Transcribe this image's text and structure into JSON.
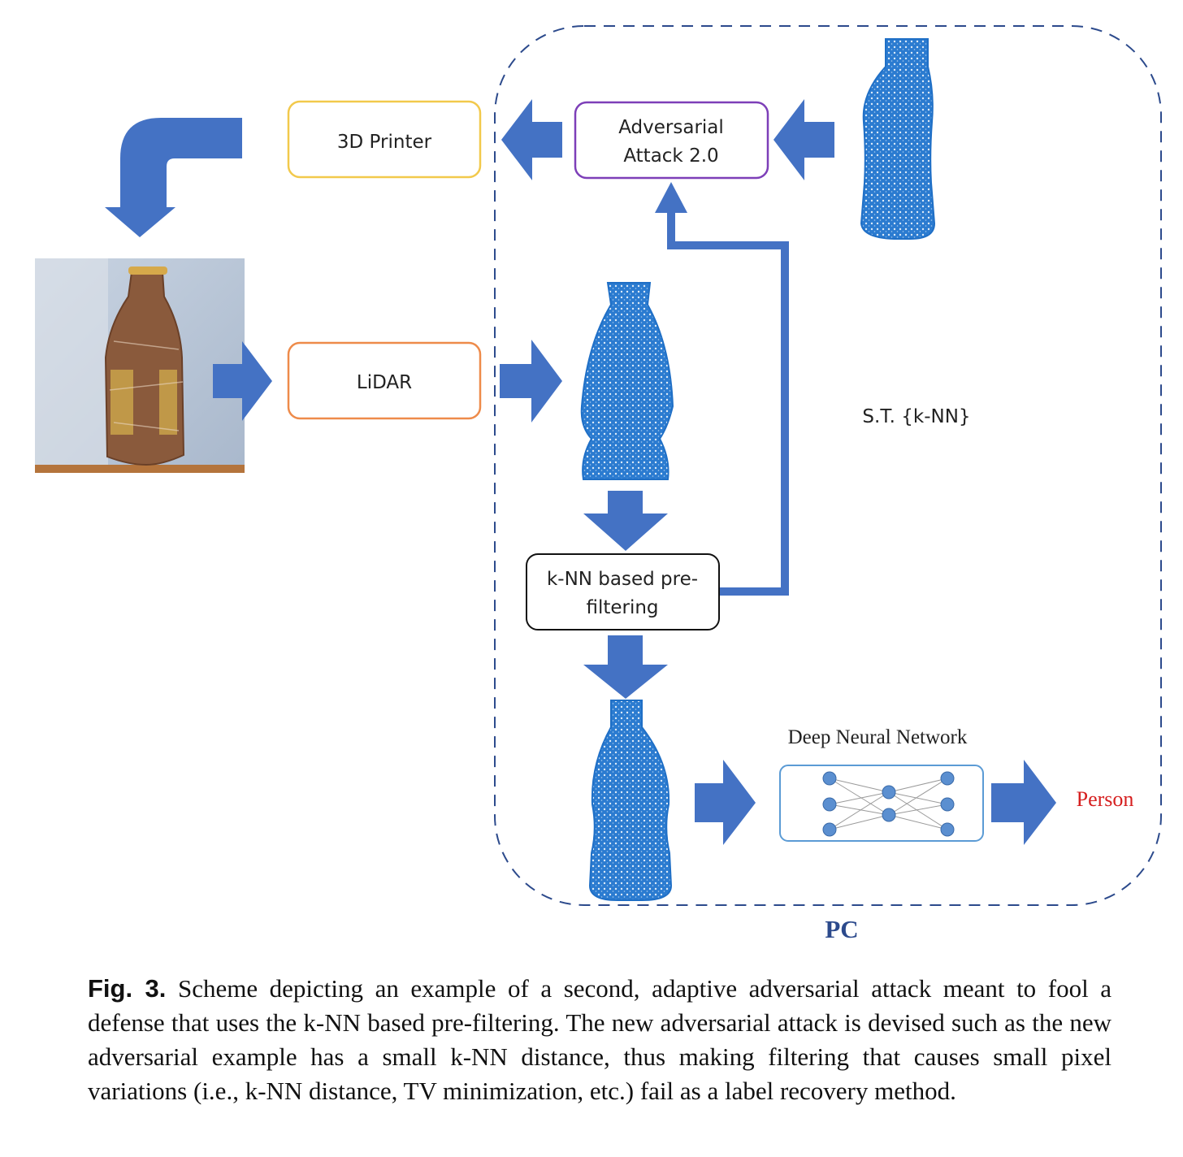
{
  "diagram": {
    "printer_label": "3D Printer",
    "attack_label_line1": "Adversarial",
    "attack_label_line2": "Attack 2.0",
    "lidar_label": "LiDAR",
    "knn_label_line1": "k-NN based pre-",
    "knn_label_line2": "filtering",
    "st_label": "S.T. {k-NN}",
    "dnn_label": "Deep Neural Network",
    "output_label": "Person",
    "pc_label": "PC"
  },
  "caption": {
    "fig_label": "Fig. 3.",
    "text": "Scheme depicting an example of a second, adaptive adversarial attack meant to fool a defense that uses the k-NN based pre-filtering. The new adversarial attack is devised such as the new adversarial example has a small k-NN distance, thus making filtering that causes small pixel variations (i.e., k-NN distance, TV minimization, etc.) fail as a label recovery method."
  },
  "colors": {
    "arrow": "#4472c4",
    "cloud": "#1f6fc6",
    "printer_border": "#f2c94c",
    "attack_border": "#7d3fb8",
    "lidar_border": "#ee8b4a",
    "dnn_border": "#5b9bd5",
    "pc_border": "#2c4a8c",
    "output_text": "#d61f1f"
  }
}
